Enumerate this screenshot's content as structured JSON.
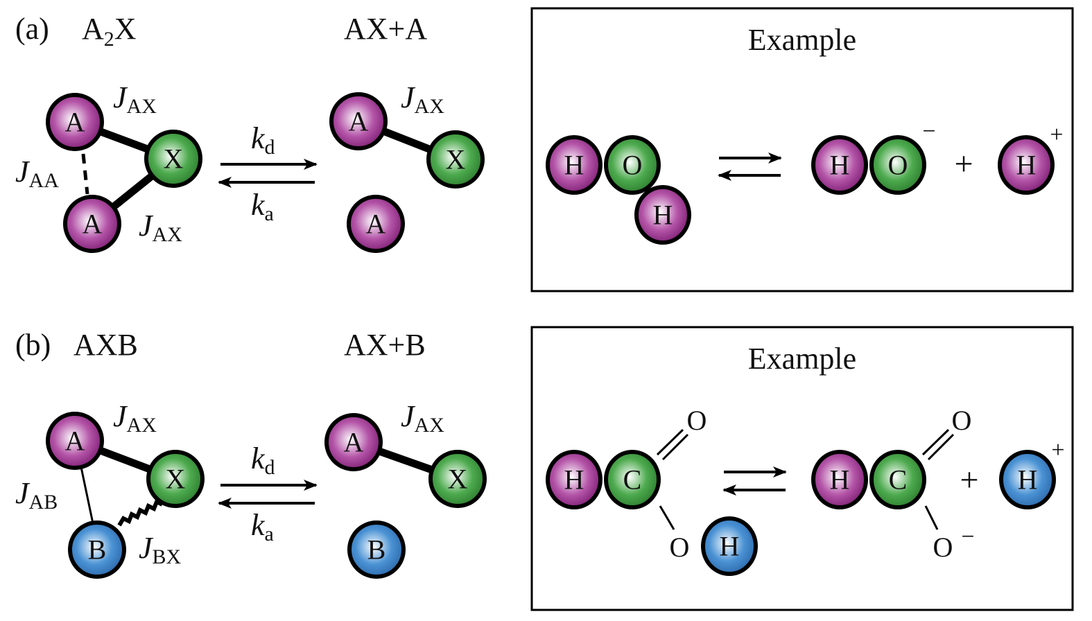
{
  "colors": {
    "atom_a": "#9b2a8f",
    "atom_x": "#3a9a3c",
    "atom_b": "#3a86cc",
    "stroke": "#000000"
  },
  "panel_a": {
    "label": "(a)",
    "reactant_name": "A",
    "reactant_sub": "2",
    "reactant_tail": "X",
    "product_name": "AX+A",
    "atoms": {
      "a1": "A",
      "x": "X",
      "a2": "A",
      "p_a": "A",
      "p_x": "X",
      "p_free": "A"
    },
    "couplings": {
      "jax_top": {
        "j": "J",
        "sub": "AX"
      },
      "jaa": {
        "j": "J",
        "sub": "AA"
      },
      "jax_bottom": {
        "j": "J",
        "sub": "AX"
      },
      "jax_product": {
        "j": "J",
        "sub": "AX"
      }
    },
    "rates": {
      "forward": {
        "k": "k",
        "sub": "d"
      },
      "backward": {
        "k": "k",
        "sub": "a"
      }
    },
    "example": {
      "title": "Example",
      "reactant_atoms": [
        "H",
        "O",
        "H"
      ],
      "product_atoms": [
        "H",
        "O"
      ],
      "product_charge": "−",
      "plus": "+",
      "ion_atom": "H",
      "ion_charge": "+"
    }
  },
  "panel_b": {
    "label": "(b)",
    "reactant_name": "AXB",
    "product_name": "AX+B",
    "atoms": {
      "a": "A",
      "x": "X",
      "b": "B",
      "p_a": "A",
      "p_x": "X",
      "p_free": "B"
    },
    "couplings": {
      "jax_top": {
        "j": "J",
        "sub": "AX"
      },
      "jab": {
        "j": "J",
        "sub": "AB"
      },
      "jbx": {
        "j": "J",
        "sub": "BX"
      },
      "jax_product": {
        "j": "J",
        "sub": "AX"
      }
    },
    "rates": {
      "forward": {
        "k": "k",
        "sub": "d"
      },
      "backward": {
        "k": "k",
        "sub": "a"
      }
    },
    "example": {
      "title": "Example",
      "reactant_atoms": [
        "H",
        "C",
        "H"
      ],
      "reactant_o_double": "O",
      "reactant_o_single": "O",
      "product_atoms": [
        "H",
        "C"
      ],
      "product_o_double": "O",
      "product_o_single": "O",
      "product_o_charge": "−",
      "plus": "+",
      "ion_atom": "H",
      "ion_charge": "+"
    }
  }
}
